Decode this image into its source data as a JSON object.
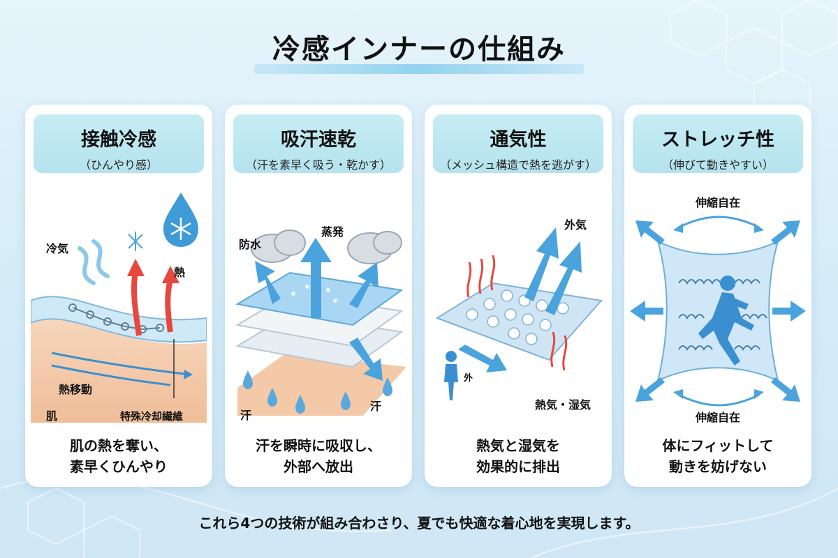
{
  "title": "冷感インナーの仕組み",
  "cards": [
    {
      "title": "接触冷感",
      "subtitle": "（ひんやり感）",
      "labels": {
        "cool_air": "冷気",
        "heat": "熱",
        "heat_transfer": "熱移動",
        "skin": "肌",
        "fiber": "特殊冷却繊維"
      },
      "desc": [
        "肌の熱を奪い、",
        "素早くひんやり"
      ]
    },
    {
      "title": "吸汗速乾",
      "subtitle": "（汗を素早く吸う・乾かす）",
      "labels": {
        "waterproof": "防水",
        "evaporation": "蒸発",
        "sweat_left": "汗",
        "sweat_right": "汗"
      },
      "desc": [
        "汗を瞬時に吸収し、",
        "外部へ放出"
      ]
    },
    {
      "title": "通気性",
      "subtitle": "（メッシュ構造で熱を逃がす）",
      "labels": {
        "outside_air": "外気",
        "outside": "外",
        "steam": "熱気・湿気"
      },
      "desc": [
        "熱気と湿気を",
        "効果的に排出"
      ]
    },
    {
      "title": "ストレッチ性",
      "subtitle": "（伸びて動きやすい）",
      "labels": {
        "stretch_top": "伸縮自在",
        "stretch_bottom": "伸縮自在"
      },
      "desc": [
        "体にフィットして",
        "動きを妨げない"
      ]
    }
  ],
  "footer": "これら4つの技術が組み合わさり、夏でも快適な着心地を実現します。",
  "colors": {
    "accent": "#b5e3ee",
    "blue": "#4aa3dc",
    "heat": "#e8473f",
    "skin": "#f4c9a8"
  }
}
